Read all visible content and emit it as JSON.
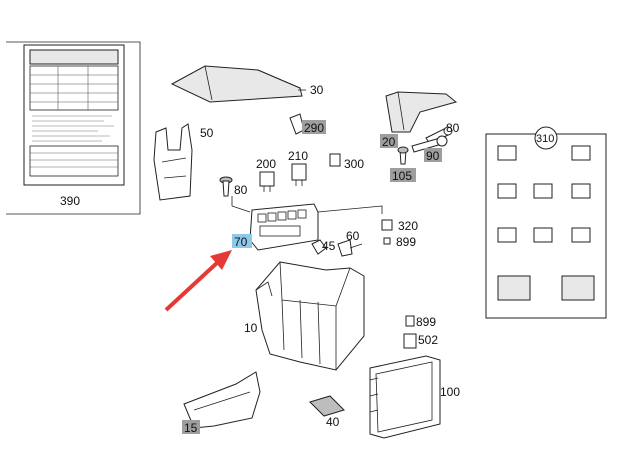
{
  "diagram": {
    "highlight_color": "#8ec9ec",
    "marker_color": "#a8a8a8",
    "arrow_color": "#e53935",
    "callouts": {
      "p390": "390",
      "p30": "30",
      "p50": "50",
      "p290": "290",
      "p20": "20",
      "p80a": "80",
      "p90": "90",
      "p105": "105",
      "p200": "200",
      "p210": "210",
      "p300": "300",
      "p80b": "80",
      "p70": "70",
      "p45": "45",
      "p60": "60",
      "p320": "320",
      "p899a": "899",
      "p10": "10",
      "p899b": "899",
      "p502": "502",
      "p100": "100",
      "p40": "40",
      "p15": "15",
      "p310": "310"
    }
  }
}
